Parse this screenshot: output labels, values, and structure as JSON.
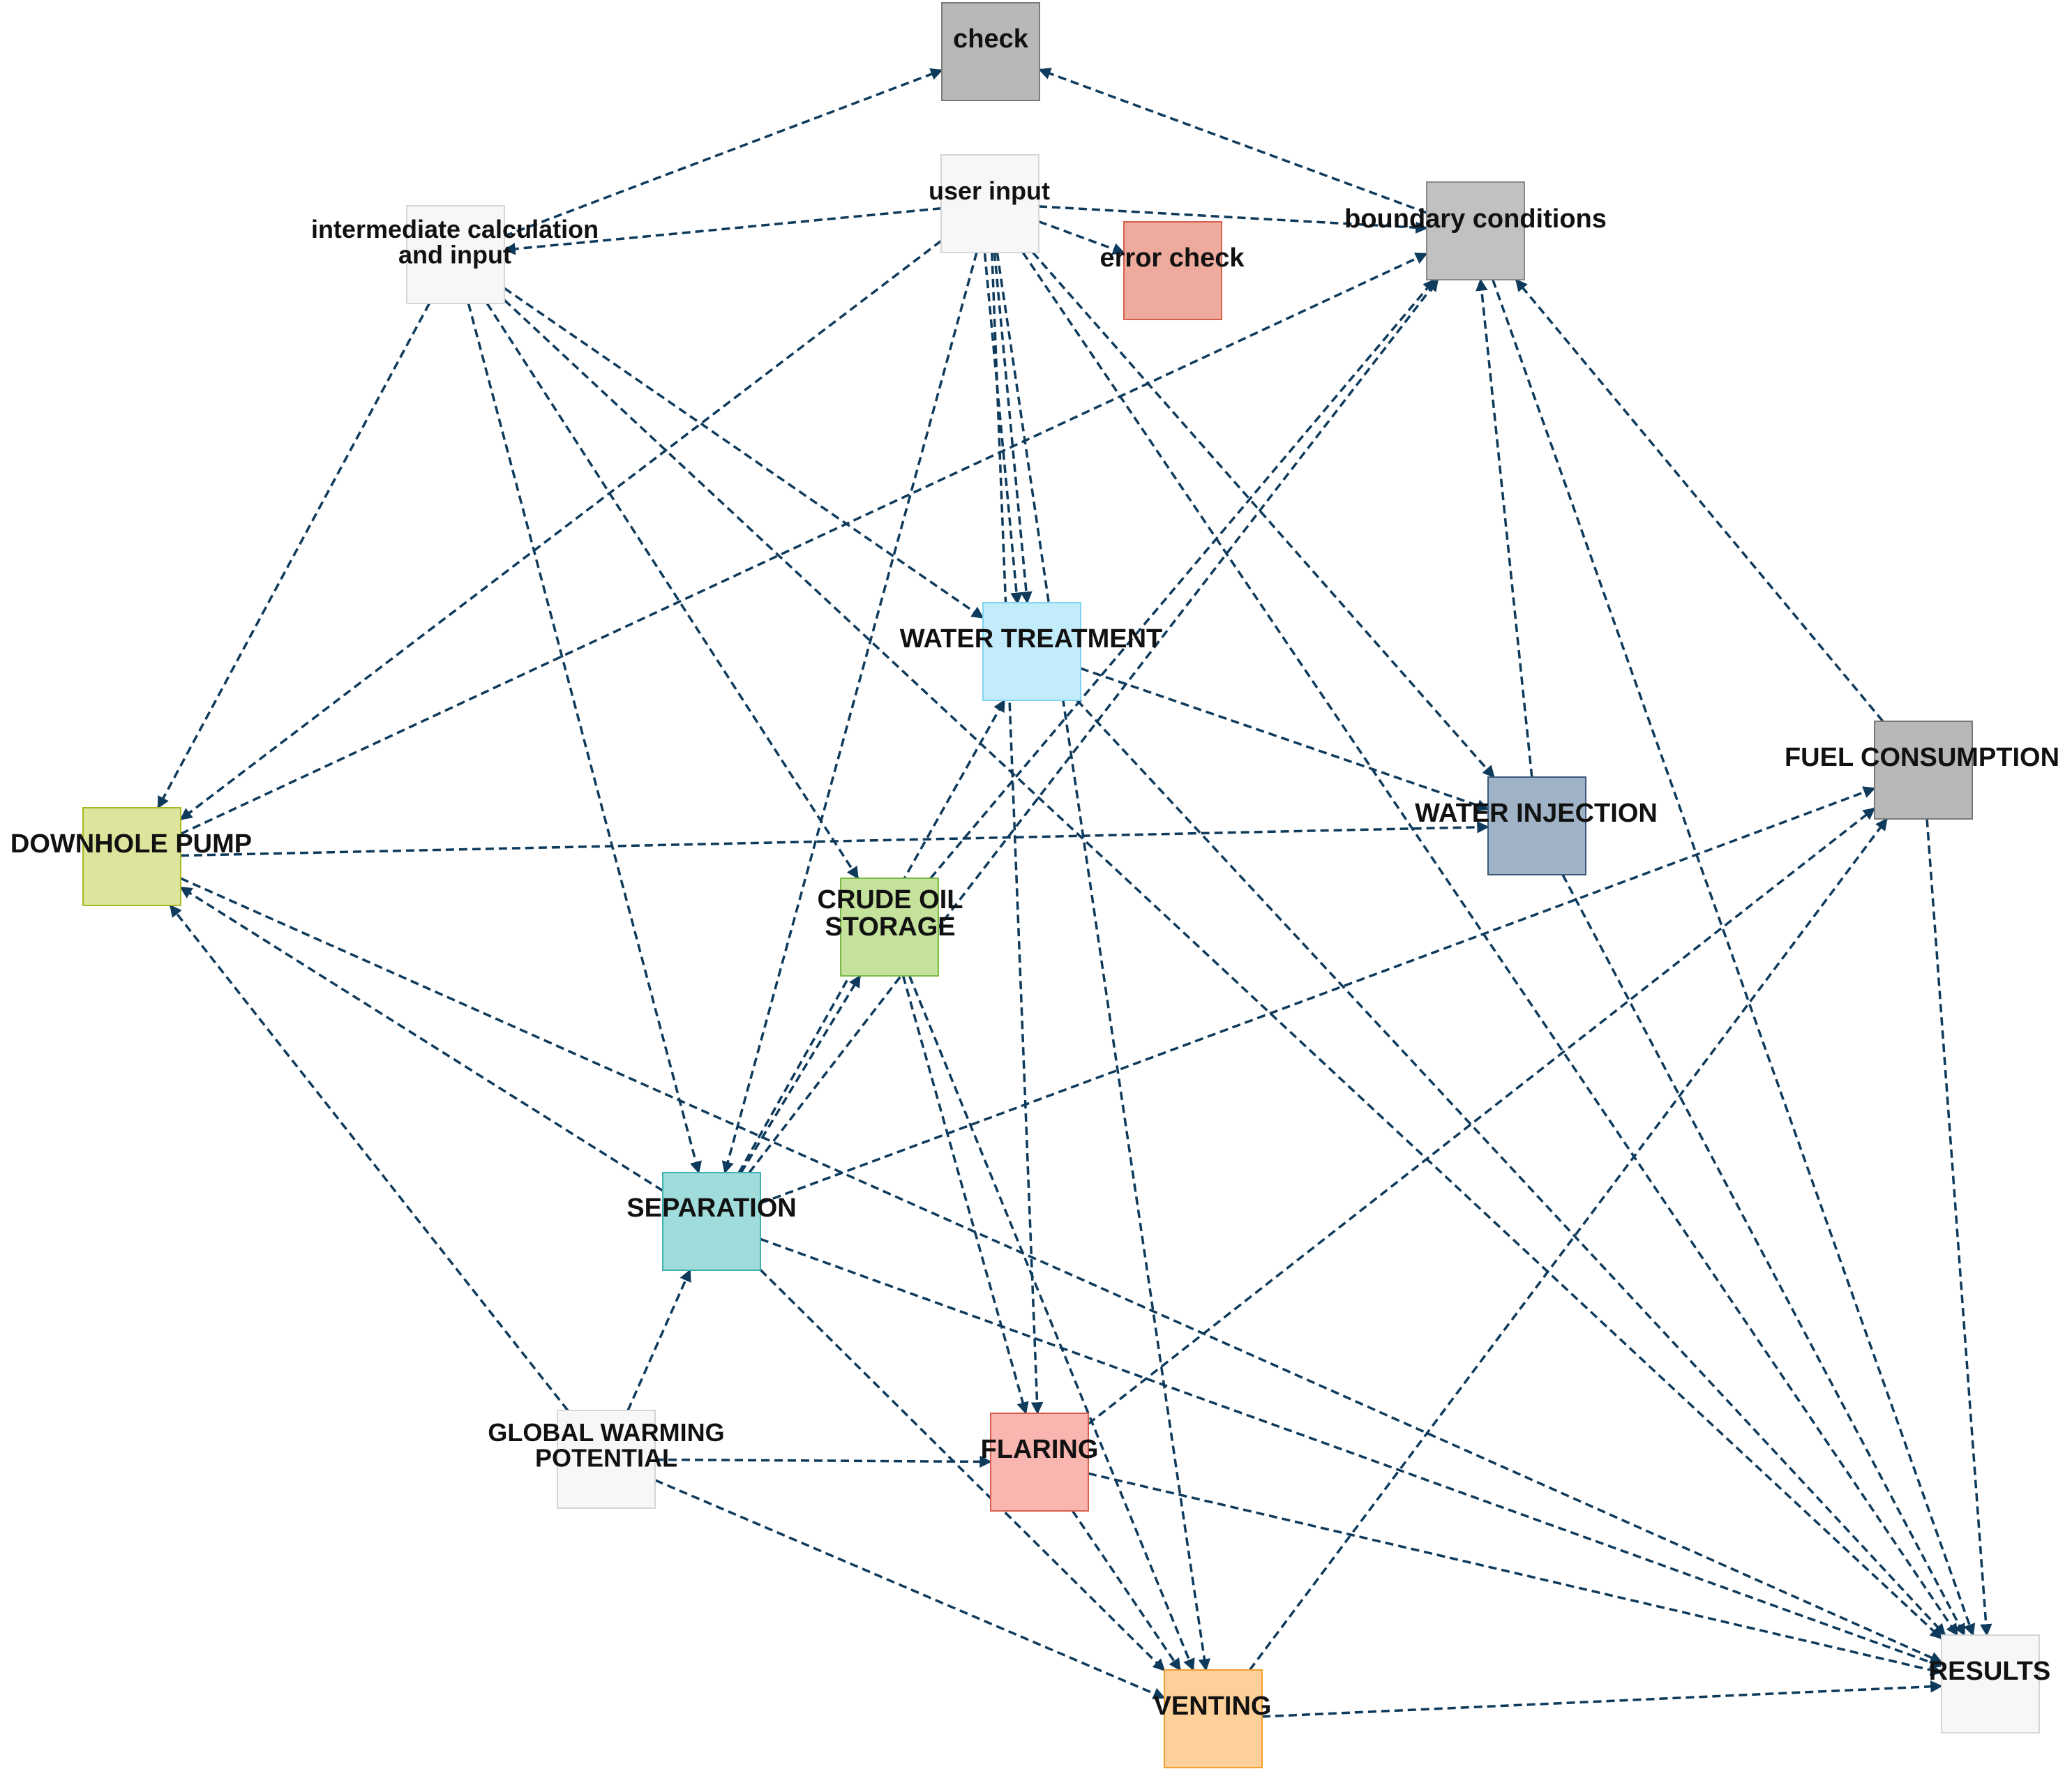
{
  "colors": {
    "edge": "#0e3a5c",
    "text": "#111111"
  },
  "nodes": {
    "check": {
      "label": [
        "check"
      ],
      "fill": "#b8b8b8",
      "stroke": "#7a7a7a"
    },
    "user_input": {
      "label": [
        "user input"
      ],
      "fill": "#f7f7f7",
      "stroke": "#d6d6d6"
    },
    "intermediate": {
      "label": [
        "intermediate calculation",
        "and input"
      ],
      "fill": "#f7f7f7",
      "stroke": "#d6d6d6"
    },
    "error_check": {
      "label": [
        "error check"
      ],
      "fill": "#eeaa9c",
      "stroke": "#d6604d"
    },
    "boundary": {
      "label": [
        "boundary conditions"
      ],
      "fill": "#c1c1c1",
      "stroke": "#8a8a8a"
    },
    "water_treatment": {
      "label": [
        "WATER TREATMENT"
      ],
      "fill": "#c3ecfb",
      "stroke": "#7fd3f0"
    },
    "fuel": {
      "label": [
        "FUEL CONSUMPTION"
      ],
      "fill": "#b8b8b8",
      "stroke": "#7a7a7a"
    },
    "water_injection": {
      "label": [
        "WATER INJECTION"
      ],
      "fill": "#9fb2c6",
      "stroke": "#3b5a7a"
    },
    "downhole": {
      "label": [
        "DOWNHOLE PUMP"
      ],
      "fill": "#dde59d",
      "stroke": "#a8b826"
    },
    "crude": {
      "label": [
        "CRUDE OIL",
        "STORAGE"
      ],
      "fill": "#c4e29b",
      "stroke": "#7cba4a"
    },
    "separation": {
      "label": [
        "SEPARATION"
      ],
      "fill": "#a1dcdc",
      "stroke": "#3fb0b0"
    },
    "gwp": {
      "label": [
        "GLOBAL WARMING",
        "POTENTIAL"
      ],
      "fill": "#f7f7f7",
      "stroke": "#d6d6d6"
    },
    "flaring": {
      "label": [
        "FLARING"
      ],
      "fill": "#f9b5b0",
      "stroke": "#d6604d"
    },
    "venting": {
      "label": [
        "VENTING"
      ],
      "fill": "#fdd099",
      "stroke": "#f0a030"
    },
    "results": {
      "label": [
        "RESULTS"
      ],
      "fill": "#f7f7f7",
      "stroke": "#d6d6d6"
    }
  },
  "edges": [
    [
      "user_input",
      "intermediate"
    ],
    [
      "user_input",
      "error_check"
    ],
    [
      "user_input",
      "boundary"
    ],
    [
      "user_input",
      "downhole"
    ],
    [
      "user_input",
      "separation"
    ],
    [
      "user_input",
      "water_treatment"
    ],
    [
      "user_input",
      "water_treatment"
    ],
    [
      "user_input",
      "flaring"
    ],
    [
      "user_input",
      "venting"
    ],
    [
      "user_input",
      "water_injection"
    ],
    [
      "user_input",
      "results"
    ],
    [
      "intermediate",
      "check"
    ],
    [
      "boundary",
      "check"
    ],
    [
      "intermediate",
      "downhole"
    ],
    [
      "intermediate",
      "separation"
    ],
    [
      "intermediate",
      "crude"
    ],
    [
      "intermediate",
      "water_treatment"
    ],
    [
      "intermediate",
      "results"
    ],
    [
      "downhole",
      "boundary"
    ],
    [
      "downhole",
      "water_injection"
    ],
    [
      "downhole",
      "results"
    ],
    [
      "water_treatment",
      "water_injection"
    ],
    [
      "water_treatment",
      "results"
    ],
    [
      "water_injection",
      "boundary"
    ],
    [
      "water_injection",
      "results"
    ],
    [
      "fuel",
      "boundary"
    ],
    [
      "fuel",
      "results"
    ],
    [
      "boundary",
      "results"
    ],
    [
      "crude",
      "boundary"
    ],
    [
      "crude",
      "flaring"
    ],
    [
      "crude",
      "venting"
    ],
    [
      "separation",
      "downhole"
    ],
    [
      "separation",
      "water_treatment"
    ],
    [
      "separation",
      "crude"
    ],
    [
      "separation",
      "boundary"
    ],
    [
      "separation",
      "fuel"
    ],
    [
      "separation",
      "venting"
    ],
    [
      "separation",
      "results"
    ],
    [
      "gwp",
      "downhole"
    ],
    [
      "gwp",
      "separation"
    ],
    [
      "gwp",
      "flaring"
    ],
    [
      "gwp",
      "venting"
    ],
    [
      "flaring",
      "fuel"
    ],
    [
      "flaring",
      "venting"
    ],
    [
      "flaring",
      "results"
    ],
    [
      "venting",
      "fuel"
    ],
    [
      "venting",
      "results"
    ]
  ]
}
